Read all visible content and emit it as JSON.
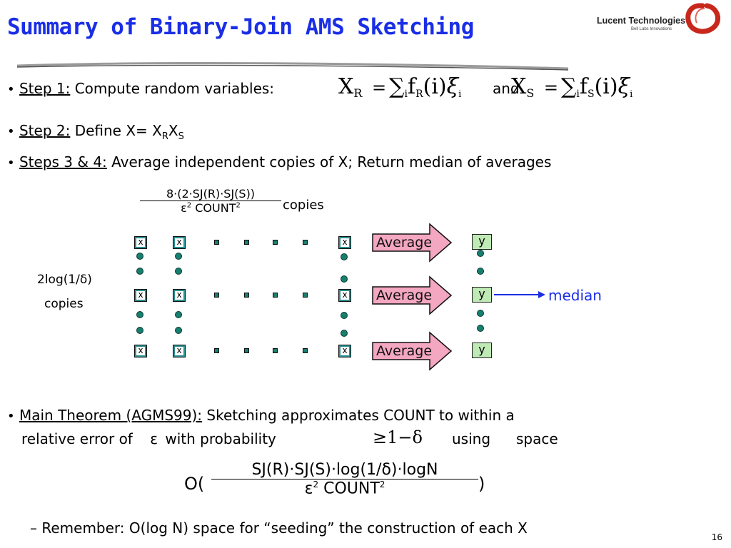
{
  "title": "Summary of Binary-Join AMS Sketching",
  "logo": {
    "brand": "Lucent Technologies",
    "tagline": "Bell Labs Innovations"
  },
  "steps": [
    {
      "label": "Step 1:",
      "text": "Compute random variables:"
    },
    {
      "label": "Step 2:",
      "text": "Define X= X"
    },
    {
      "label": "Steps 3 & 4:",
      "text": "Average independent copies of X; Return median of averages"
    }
  ],
  "formula1": {
    "lhs": "X",
    "lhs_sub": "R",
    "eq": "=",
    "sum": "∑",
    "sum_sub": "i",
    "f": "f",
    "f_sub": "R",
    "arg": "(i)",
    "xi": "ξ",
    "xi_sub": "i"
  },
  "and_word": "and",
  "formula2": {
    "lhs": "X",
    "lhs_sub": "S",
    "eq": "=",
    "sum": "∑",
    "sum_sub": "i",
    "f": "f",
    "f_sub": "S",
    "arg": "(i)",
    "xi": "ξ",
    "xi_sub": "i"
  },
  "step2_subs": {
    "r": "R",
    "x2": "X",
    "s": "S"
  },
  "copies_fraction": {
    "numerator": "8·(2·SJ(R)·SJ(S))",
    "denominator_eps": "ε",
    "denominator_sup": "2",
    "denominator_rest": " COUNT",
    "denominator_sup2": "2",
    "suffix": "copies"
  },
  "diagram": {
    "box_symbol": "x",
    "average_label": "Average",
    "result_symbol": "y",
    "rows_label": "2log(1/δ)",
    "rows_label2": "copies",
    "median_label": "median",
    "colors": {
      "box": "#2a8f90",
      "arrow_fill": "#f4a7c0",
      "result_fill": "#bfe9b5",
      "median_arrow": "#1a2ee6"
    }
  },
  "theorem": {
    "label": "Main Theorem (AGMS99):",
    "text1": " Sketching approximates COUNT to within a",
    "text2": "relative error of",
    "eps": "ε",
    "text3": "with probability",
    "prob": "≥1−δ",
    "text4": "using",
    "text5": "space"
  },
  "space_formula": {
    "prefix": "O(",
    "numerator": "SJ(R)·SJ(S)·log(1/δ)·logN",
    "den_eps": "ε",
    "den_sup": "2",
    "den_rest": " COUNT",
    "den_sup2": "2",
    "suffix": ")"
  },
  "remember": "– Remember: O(log N) space for “seeding” the construction of each X",
  "page_number": "16"
}
